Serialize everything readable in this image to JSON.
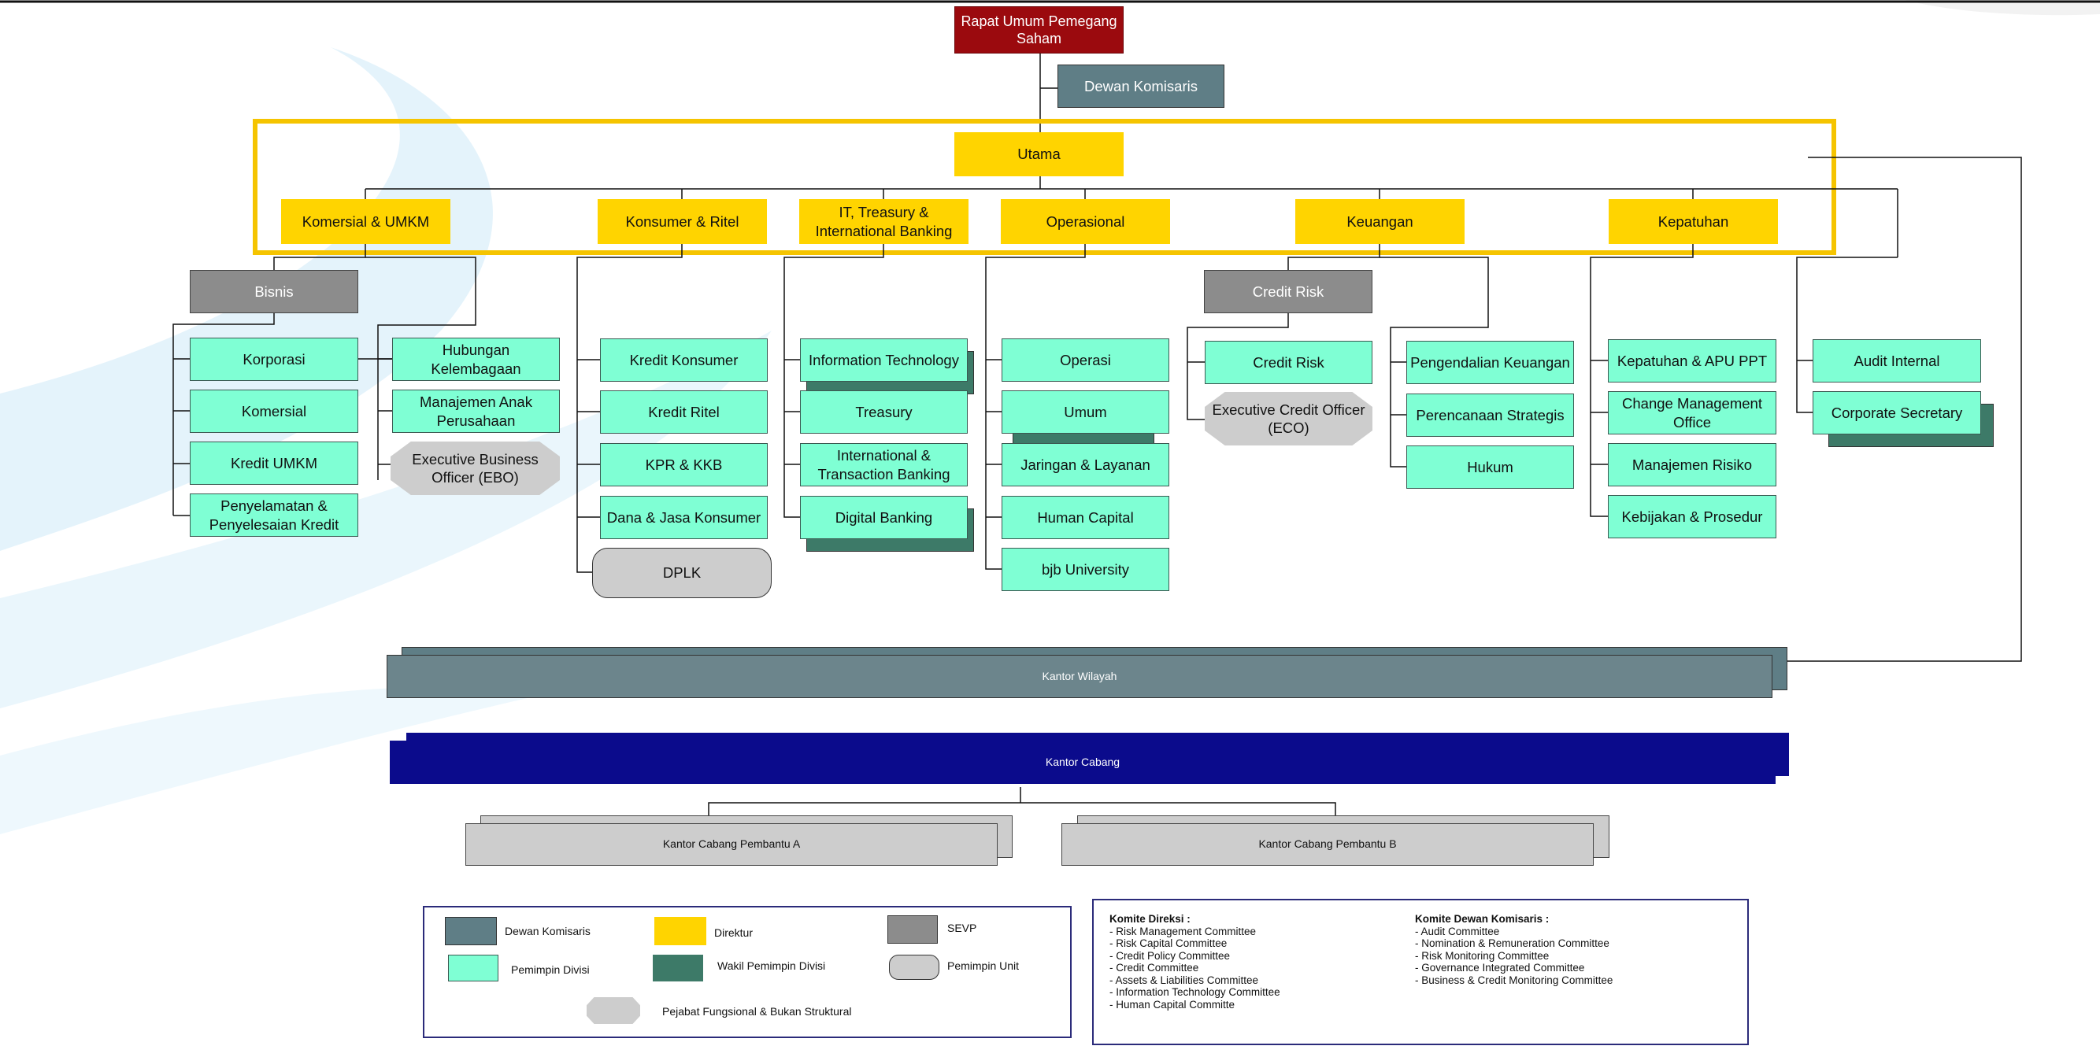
{
  "top": {
    "rups": "Rapat Umum Pemegang Saham",
    "dewan_komisaris": "Dewan Komisaris",
    "utama": "Utama"
  },
  "direktur": [
    "Komersial & UMKM",
    "Konsumer & Ritel",
    "IT, Treasury & International Banking",
    "Operasional",
    "Keuangan",
    "Kepatuhan"
  ],
  "sevp": {
    "bisnis": "Bisnis",
    "credit_risk": "Credit Risk"
  },
  "divisi": {
    "korporasi": "Korporasi",
    "komersial": "Komersial",
    "kredit_umkm": "Kredit UMKM",
    "penyelamatan": "Penyelamatan & Penyelesaian Kredit",
    "hubungan": "Hubungan Kelembagaan",
    "manajemen_anak": "Manajemen Anak Perusahaan",
    "kredit_konsumer": "Kredit Konsumer",
    "kredit_ritel": "Kredit Ritel",
    "kpr": "KPR & KKB",
    "dana_jasa": "Dana & Jasa Konsumer",
    "it": "Information Technology",
    "treasury": "Treasury",
    "international": "International & Transaction Banking",
    "digital": "Digital Banking",
    "operasi": "Operasi",
    "umum": "Umum",
    "jaringan": "Jaringan & Layanan",
    "human_capital": "Human Capital",
    "bjb_university": "bjb University",
    "credit_risk_div": "Credit Risk",
    "pengendalian": "Pengendalian Keuangan",
    "perencanaan": "Perencanaan Strategis",
    "hukum": "Hukum",
    "kepatuhan_apu": "Kepatuhan & APU PPT",
    "change_mgmt": "Change Management Office",
    "manajemen_risiko": "Manajemen Risiko",
    "kebijakan": "Kebijakan & Prosedur",
    "audit_internal": "Audit Internal",
    "corporate_secretary": "Corporate Secretary"
  },
  "unit": {
    "ebo": "Executive Business Officer (EBO)",
    "dplk": "DPLK",
    "eco": "Executive Credit Officer (ECO)"
  },
  "kantor": {
    "wilayah": "Kantor Wilayah",
    "cabang": "Kantor Cabang",
    "pembantu_a": "Kantor Cabang Pembantu A",
    "pembantu_b": "Kantor Cabang Pembantu B"
  },
  "legend": {
    "dewan_komisaris": "Dewan Komisaris",
    "direktur": "Direktur",
    "sevp": "SEVP",
    "pemimpin_divisi": "Pemimpin Divisi",
    "wakil_pemimpin_divisi": "Wakil Pemimpin Divisi",
    "pemimpin_unit": "Pemimpin Unit",
    "pejabat": "Pejabat Fungsional & Bukan Struktural"
  },
  "komite_direksi": {
    "title": "Komite Direksi :",
    "items": [
      "- Risk Management Committee",
      "- Risk Capital Committee",
      "- Credit Policy Committee",
      "- Credit Committee",
      "- Assets & Liabilities Committee",
      "- Information Technology Committee",
      "- Human Capital Committe"
    ]
  },
  "komite_dewan": {
    "title": "Komite Dewan Komisaris :",
    "items": [
      "- Audit Committee",
      "- Nomination & Remuneration Committee",
      "- Risk Monitoring Committee",
      "- Governance Integrated Committee",
      "- Business & Credit Monitoring Committee"
    ]
  },
  "colors": {
    "rups": "#9b0a0e",
    "dewan_komisaris": "#5f7e86",
    "direktur": "#ffd400",
    "sevp": "#8c8c8c",
    "pemimpin_divisi": "#7fffd4",
    "wakil_pemimpin_divisi": "#3d7a68",
    "pemimpin_unit": "#cdcdcd",
    "kantor_cabang": "#0b0b8c",
    "frame": "#f5c400"
  }
}
